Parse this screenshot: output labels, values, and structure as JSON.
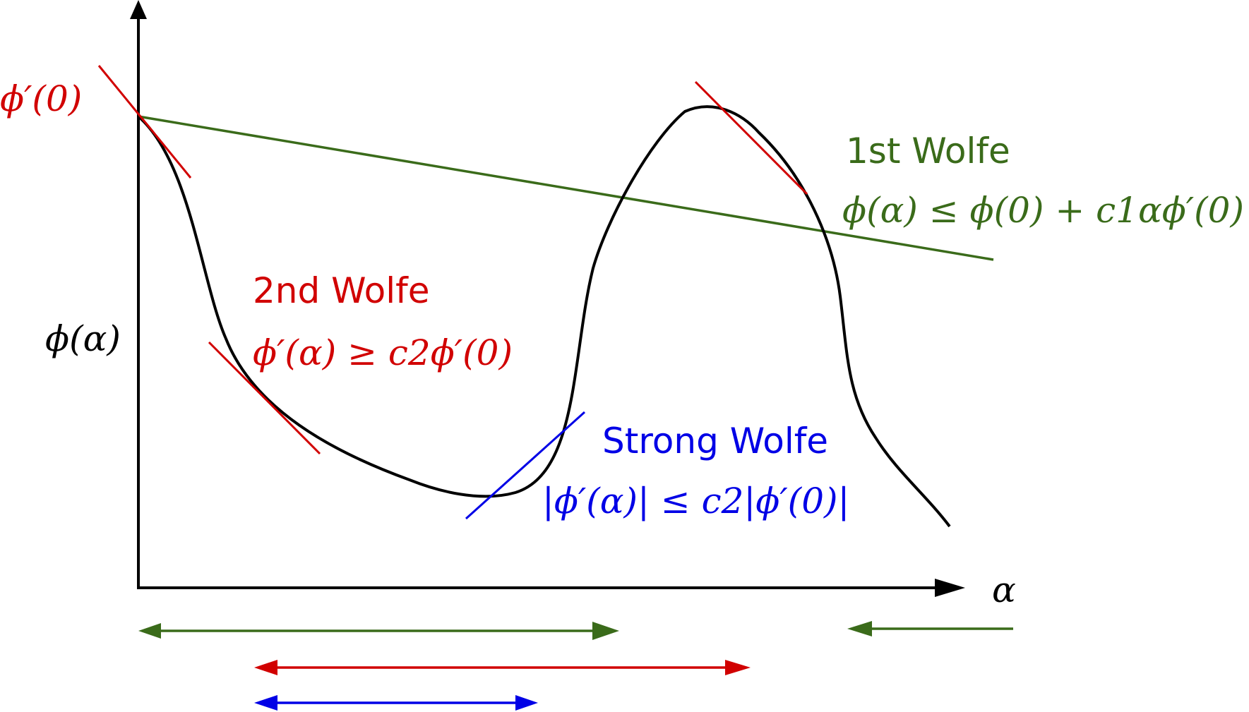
{
  "diagram": {
    "labels": {
      "phi_prime_zero": "ϕ′(0)",
      "phi_alpha": "ϕ(α)",
      "alpha_axis": "α"
    },
    "first_wolfe": {
      "title": "1st Wolfe",
      "condition": "ϕ(α) ≤ ϕ(0) + c1αϕ′(0)",
      "color": "#3a6b1a"
    },
    "second_wolfe": {
      "title": "2nd Wolfe",
      "condition": "ϕ′(α) ≥ c2ϕ′(0)",
      "color": "#d10000"
    },
    "strong_wolfe": {
      "title": "Strong Wolfe",
      "condition": "|ϕ′(α)| ≤ c2|ϕ′(0)|",
      "color": "#0000e6"
    },
    "curve_color": "#000000"
  }
}
